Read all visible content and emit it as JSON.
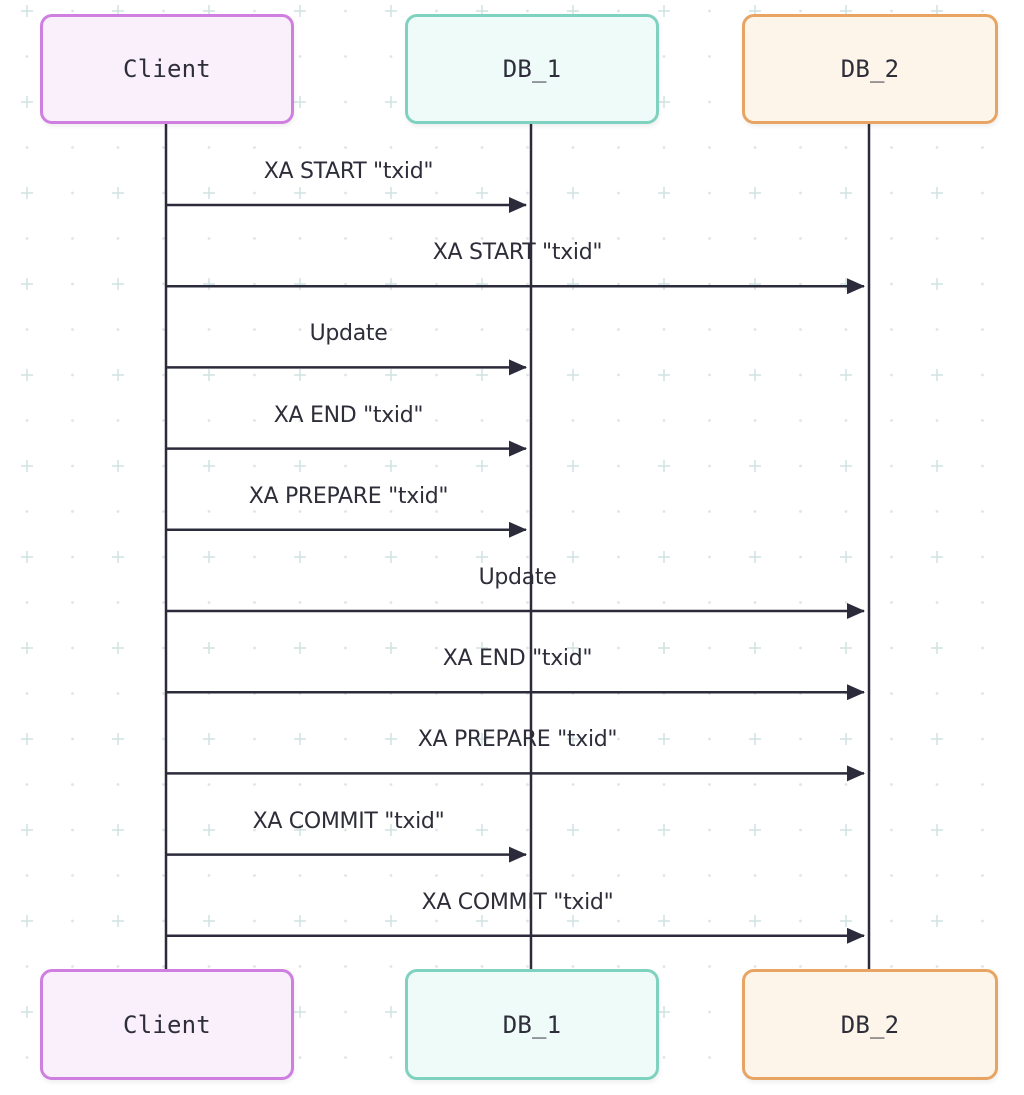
{
  "diagram": {
    "type": "sequence",
    "participants": [
      {
        "id": "client",
        "label": "Client",
        "border": "#cf7fe0",
        "fill": "#f9f0fc"
      },
      {
        "id": "db1",
        "label": "DB_1",
        "border": "#7fd2c0",
        "fill": "#effbf9"
      },
      {
        "id": "db2",
        "label": "DB_2",
        "border": "#e8a463",
        "fill": "#fdf5e9"
      }
    ],
    "messages": [
      {
        "from": "client",
        "to": "db1",
        "label": "XA START \"txid\""
      },
      {
        "from": "client",
        "to": "db2",
        "label": "XA START \"txid\""
      },
      {
        "from": "client",
        "to": "db1",
        "label": "Update"
      },
      {
        "from": "client",
        "to": "db1",
        "label": "XA END \"txid\""
      },
      {
        "from": "client",
        "to": "db1",
        "label": "XA PREPARE \"txid\""
      },
      {
        "from": "client",
        "to": "db2",
        "label": "Update"
      },
      {
        "from": "client",
        "to": "db2",
        "label": "XA END \"txid\""
      },
      {
        "from": "client",
        "to": "db2",
        "label": "XA PREPARE \"txid\""
      },
      {
        "from": "client",
        "to": "db1",
        "label": "XA COMMIT \"txid\""
      },
      {
        "from": "client",
        "to": "db2",
        "label": "XA COMMIT \"txid\""
      }
    ],
    "line_color": "#2b2b3b",
    "grid_color": "#cfe3e0"
  }
}
